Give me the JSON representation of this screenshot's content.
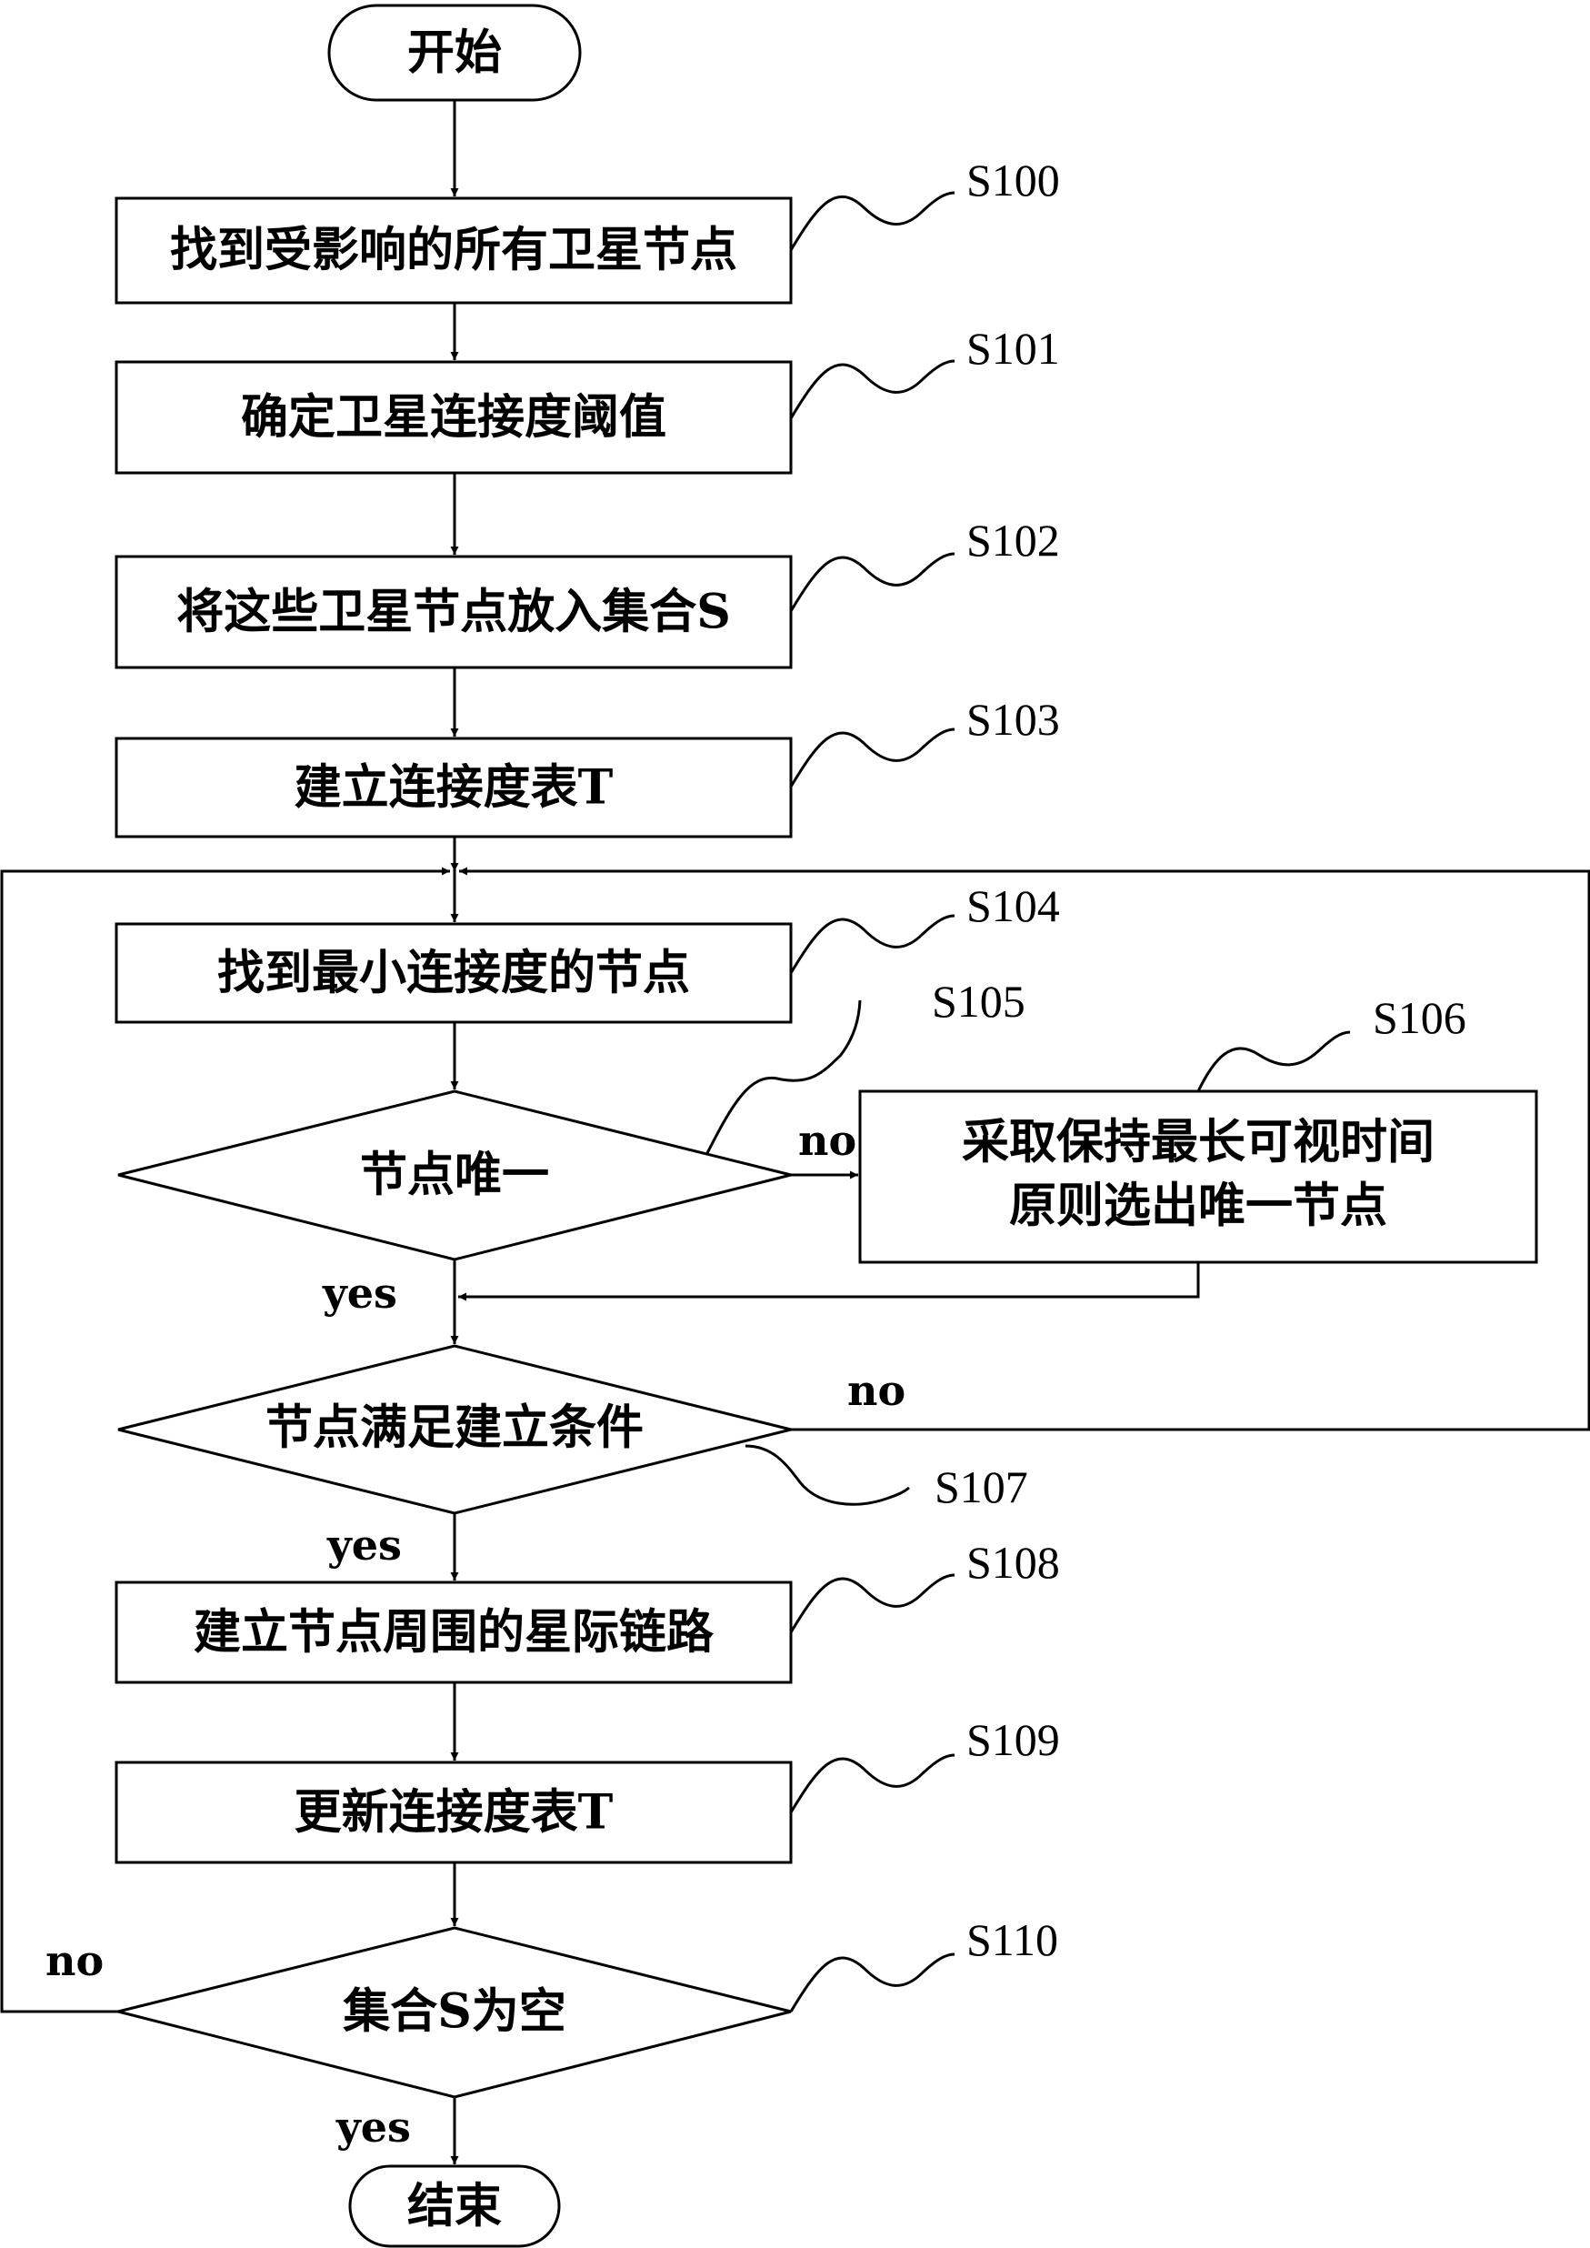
{
  "nodes": {
    "start": "开始",
    "s100": "找到受影响的所有卫星节点",
    "s101": "确定卫星连接度阈值",
    "s102": "将这些卫星节点放入集合S",
    "s103": "建立连接度表T",
    "s104": "找到最小连接度的节点",
    "s105": "节点唯一",
    "s106_line1": "采取保持最长可视时间",
    "s106_line2": "原则选出唯一节点",
    "s107": "节点满足建立条件",
    "s108": "建立节点周围的星际链路",
    "s109": "更新连接度表T",
    "s110": "集合S为空",
    "end": "结束"
  },
  "step_labels": {
    "s100": "S100",
    "s101": "S101",
    "s102": "S102",
    "s103": "S103",
    "s104": "S104",
    "s105": "S105",
    "s106": "S106",
    "s107": "S107",
    "s108": "S108",
    "s109": "S109",
    "s110": "S110"
  },
  "branch_labels": {
    "s105_no": "no",
    "s105_yes": "yes",
    "s107_no": "no",
    "s107_yes": "yes",
    "s110_no": "no",
    "s110_yes": "yes"
  }
}
